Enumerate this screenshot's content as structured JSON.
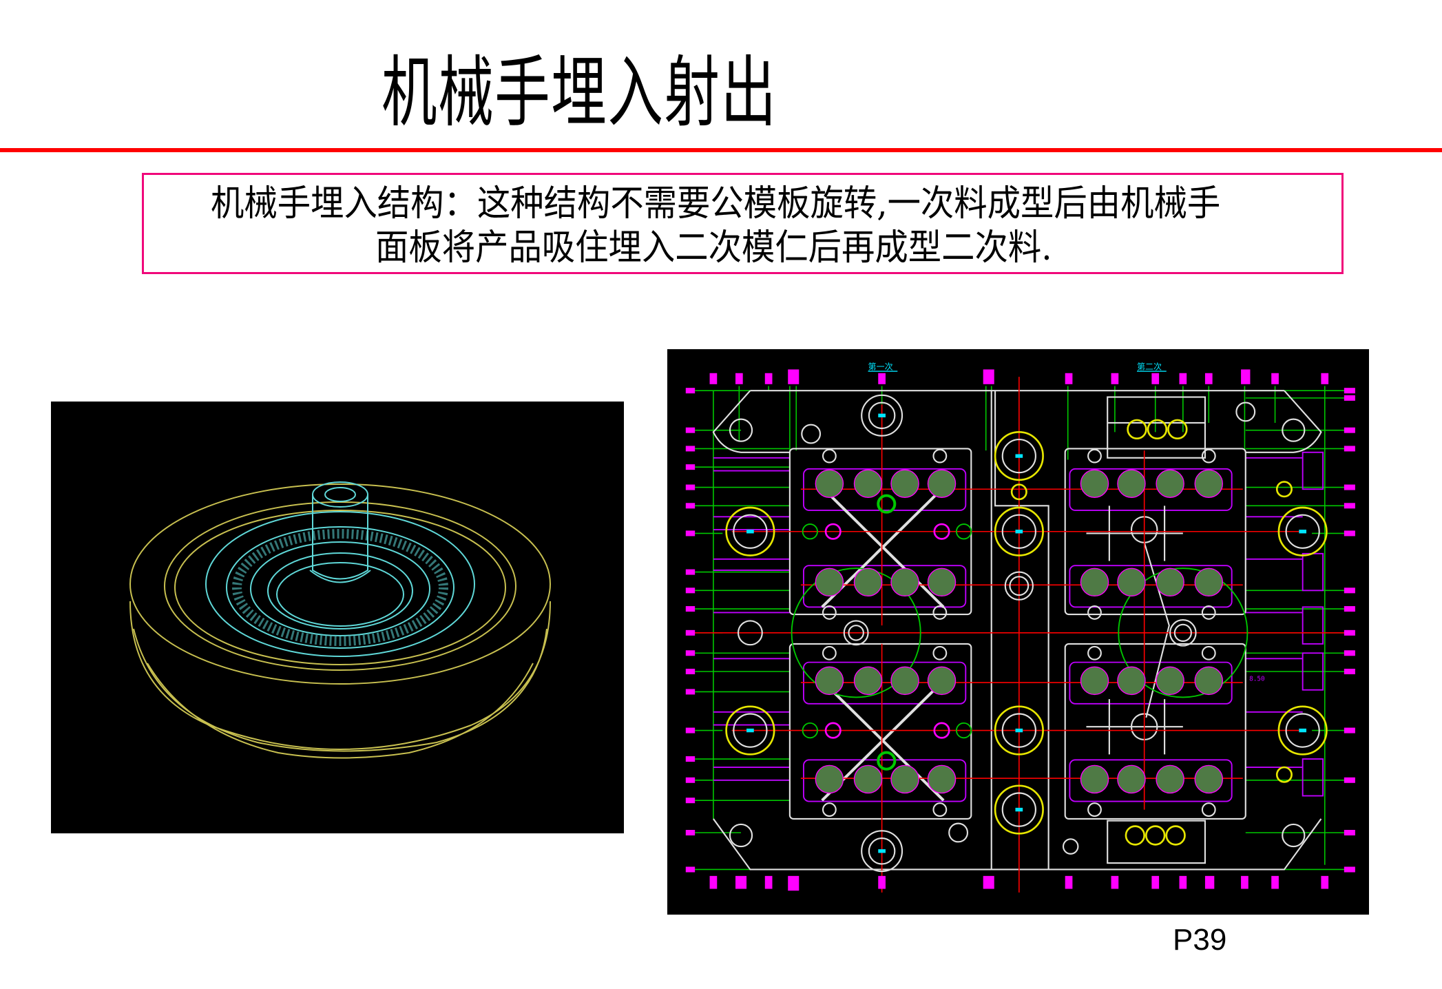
{
  "slide": {
    "title": "机械手埋入射出",
    "page_number": "P39",
    "colors": {
      "title_rule": "#ff0000",
      "callout_border": "#f0087a",
      "drawing_background": "#000000"
    }
  },
  "callout": {
    "line1": "机械手埋入结构：这种结构不需要公模板旋转,一次料成型后由机械手",
    "line2": "面板将产品吸住埋入二次模仁后再成型二次料."
  },
  "figures": {
    "render_3d": {
      "description": "3D wireframe of round insert-molded part",
      "colors": {
        "outer_body": "#c8c050",
        "inner_insert": "#5fd8d8"
      }
    },
    "cad_layout": {
      "description": "Mold plate layout drawing, first and second shot cavities",
      "labels": {
        "first_shot": "第一次",
        "second_shot": "第二次",
        "dimension_note": "8.50"
      },
      "colors": {
        "centerlines": "#ff0000",
        "dimension_lines": "#00c800",
        "dimension_text": "#ff00ff",
        "outlines": "#e0e0e0",
        "cavities": "#4f7a45",
        "bushings": "#e6e600",
        "labels": "#00e5ff"
      }
    }
  }
}
